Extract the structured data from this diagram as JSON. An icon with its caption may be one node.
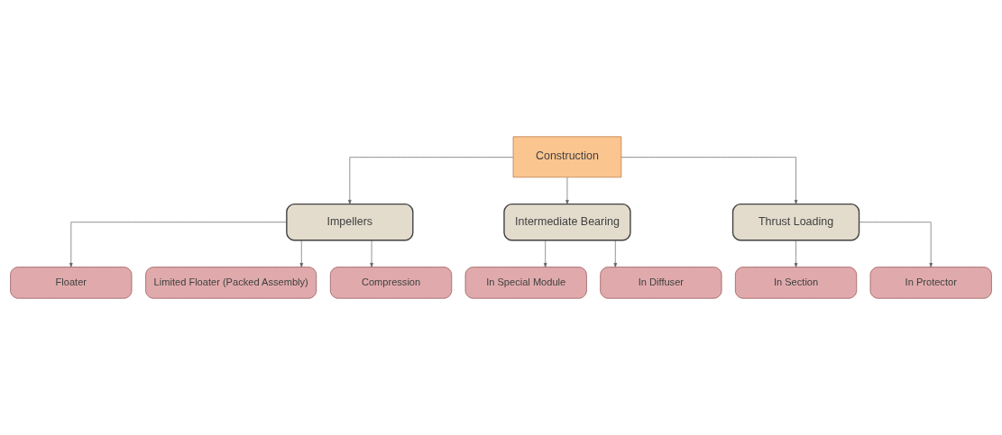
{
  "diagram": {
    "nodes": [
      {
        "text": [
          "Construction"
        ]
      },
      {
        "text": [
          "Impellers"
        ]
      },
      {
        "text": [
          "Intermediate Bearing"
        ]
      },
      {
        "text": [
          "Thrust Loading"
        ]
      },
      {
        "text": [
          "Floater"
        ]
      },
      {
        "text": [
          "Limited Floater (Packed Assembly)"
        ]
      },
      {
        "text": [
          "Compression"
        ]
      },
      {
        "text": [
          "In Special Module"
        ]
      },
      {
        "text": [
          "In Diffuser"
        ]
      },
      {
        "text": [
          "In Section"
        ]
      },
      {
        "text": [
          "In Protector"
        ]
      }
    ],
    "edges": [
      {
        "from": 0,
        "to": 1,
        "arrow": "to"
      },
      {
        "from": 0,
        "to": 2,
        "arrow": "to"
      },
      {
        "from": 0,
        "to": 3,
        "arrow": "to"
      },
      {
        "from": 1,
        "to": 4,
        "arrow": "to"
      },
      {
        "from": 1,
        "to": 5,
        "arrow": "to"
      },
      {
        "from": 1,
        "to": 6,
        "arrow": "to"
      },
      {
        "from": 2,
        "to": 7,
        "arrow": "to"
      },
      {
        "from": 2,
        "to": 8,
        "arrow": "to"
      },
      {
        "from": 3,
        "to": 9,
        "arrow": "to"
      },
      {
        "from": 3,
        "to": 10,
        "arrow": "to"
      }
    ]
  }
}
